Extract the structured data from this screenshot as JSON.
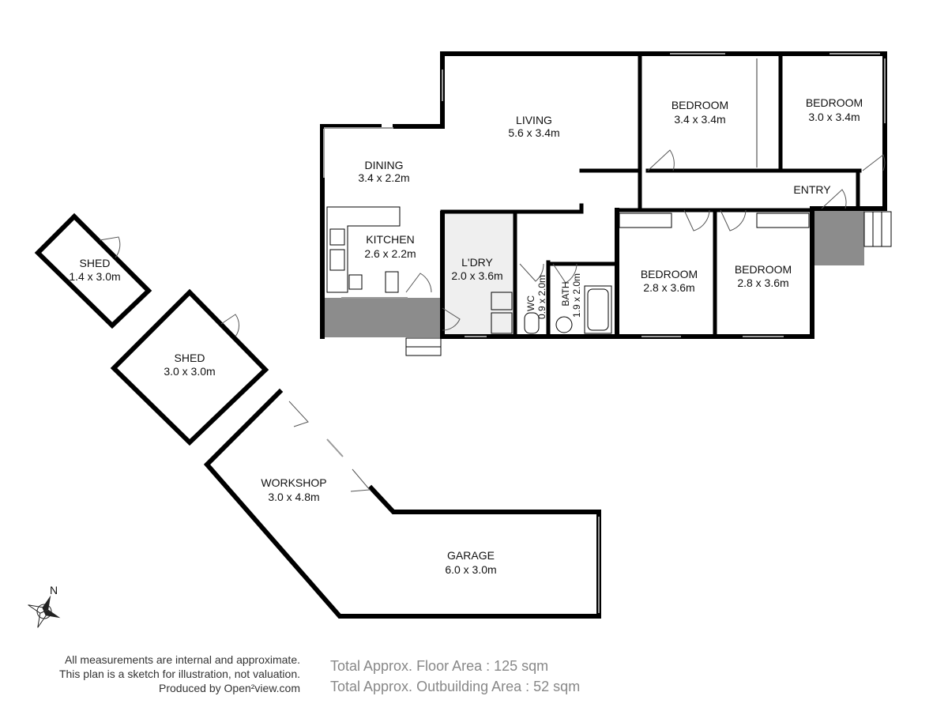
{
  "rooms": {
    "living": {
      "name": "LIVING",
      "size": "5.6 x 3.4m"
    },
    "dining": {
      "name": "DINING",
      "size": "3.4 x 2.2m"
    },
    "kitchen": {
      "name": "KITCHEN",
      "size": "2.6 x 2.2m"
    },
    "laundry": {
      "name": "L'DRY",
      "size": "2.0 x 3.6m"
    },
    "wc": {
      "name": "WC",
      "size": "0.9 x 2.0m"
    },
    "bath": {
      "name": "BATH",
      "size": "1.9 x 2.0m"
    },
    "bedroom1": {
      "name": "BEDROOM",
      "size": "3.4 x 3.4m"
    },
    "bedroom2": {
      "name": "BEDROOM",
      "size": "3.0 x 3.4m"
    },
    "bedroom3": {
      "name": "BEDROOM",
      "size": "2.8 x 3.6m"
    },
    "bedroom4": {
      "name": "BEDROOM",
      "size": "2.8 x 3.6m"
    },
    "entry": {
      "name": "ENTRY"
    },
    "shed_small": {
      "name": "SHED",
      "size": "1.4 x 3.0m"
    },
    "shed_large": {
      "name": "SHED",
      "size": "3.0 x 3.0m"
    },
    "workshop": {
      "name": "WORKSHOP",
      "size": "3.0 x 4.8m"
    },
    "garage": {
      "name": "GARAGE",
      "size": "6.0 x 3.0m"
    }
  },
  "compass": {
    "north": "N"
  },
  "notes": {
    "line1": "All measurements are internal and approximate.",
    "line2": "This plan is a sketch for illustration, not valuation.",
    "line3": "Produced by Open²view.com"
  },
  "areas": {
    "floor": "Total Approx. Floor Area : 125 sqm",
    "outbuilding": "Total Approx. Outbuilding Area : 52 sqm"
  },
  "colors": {
    "deck": "#8c8c8c",
    "laundry_floor": "#efefef",
    "wall": "#000000",
    "text_muted": "#888888"
  }
}
